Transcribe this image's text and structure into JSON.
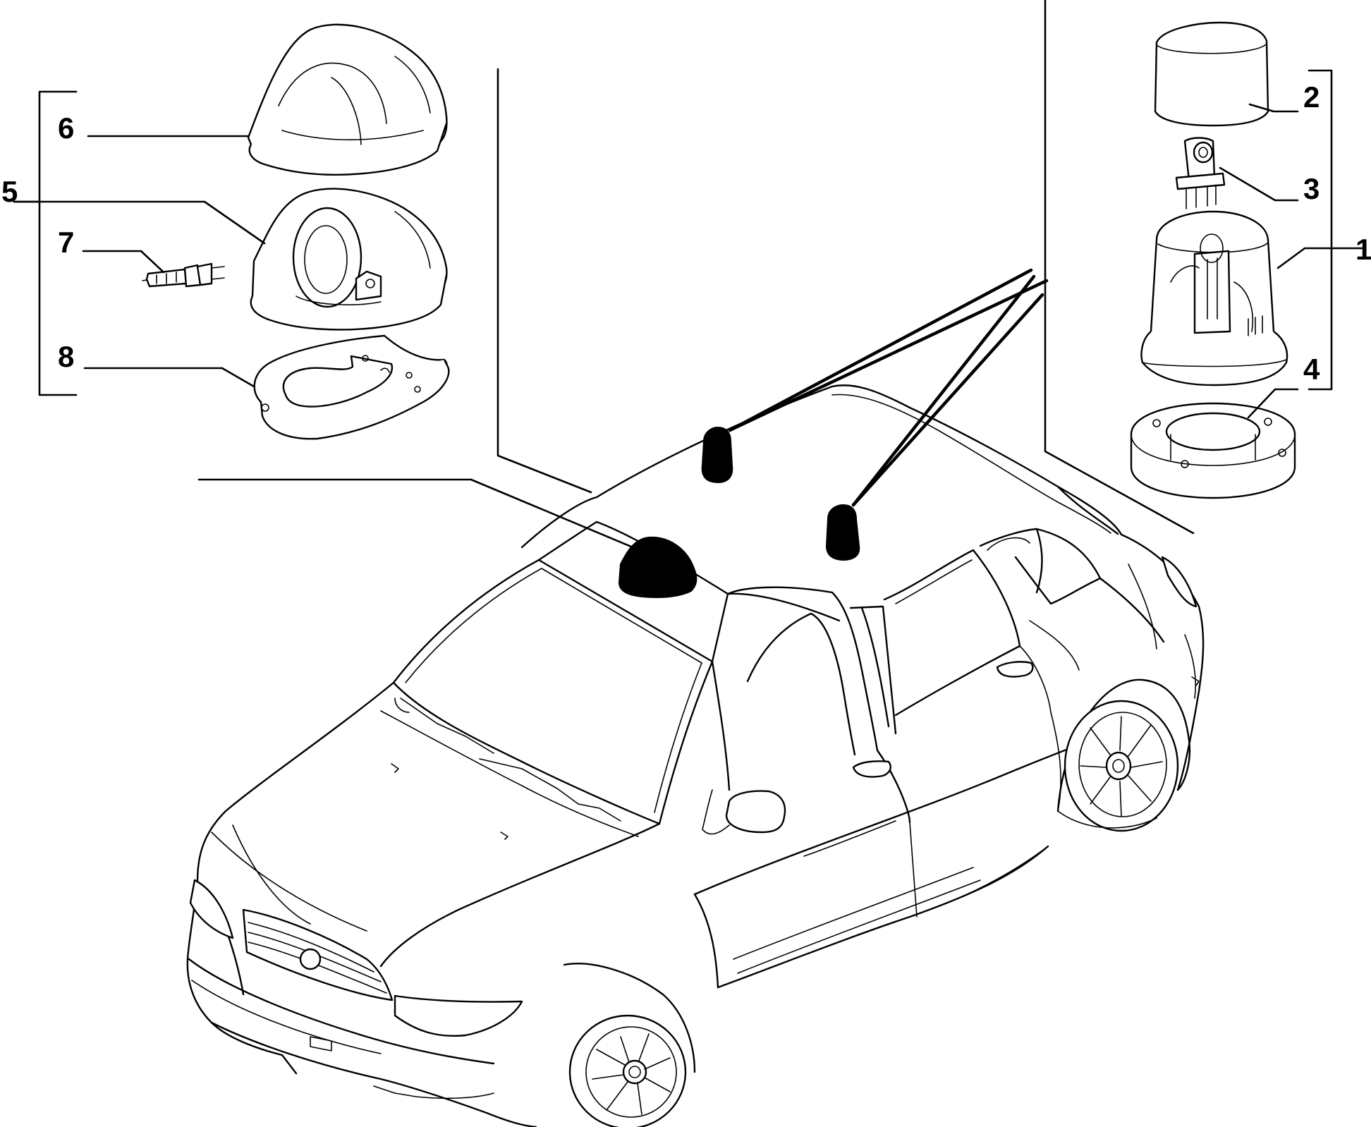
{
  "callouts": {
    "c1": "1",
    "c2": "2",
    "c3": "3",
    "c4": "4",
    "c5": "5",
    "c6": "6",
    "c7": "7",
    "c8": "8"
  },
  "colors": {
    "ink": "#000000",
    "paper": "#ffffff"
  },
  "icons": {
    "part_2": "beacon-cap-icon",
    "part_3": "bulb-holder-icon",
    "part_1": "rotating-beacon-icon",
    "part_4": "mounting-ring-icon",
    "part_6": "dome-cover-icon",
    "part_5": "dome-lamp-icon",
    "part_7": "halogen-bulb-icon",
    "part_8": "gasket-plate-icon",
    "vehicle": "hatchback-car-icon"
  }
}
